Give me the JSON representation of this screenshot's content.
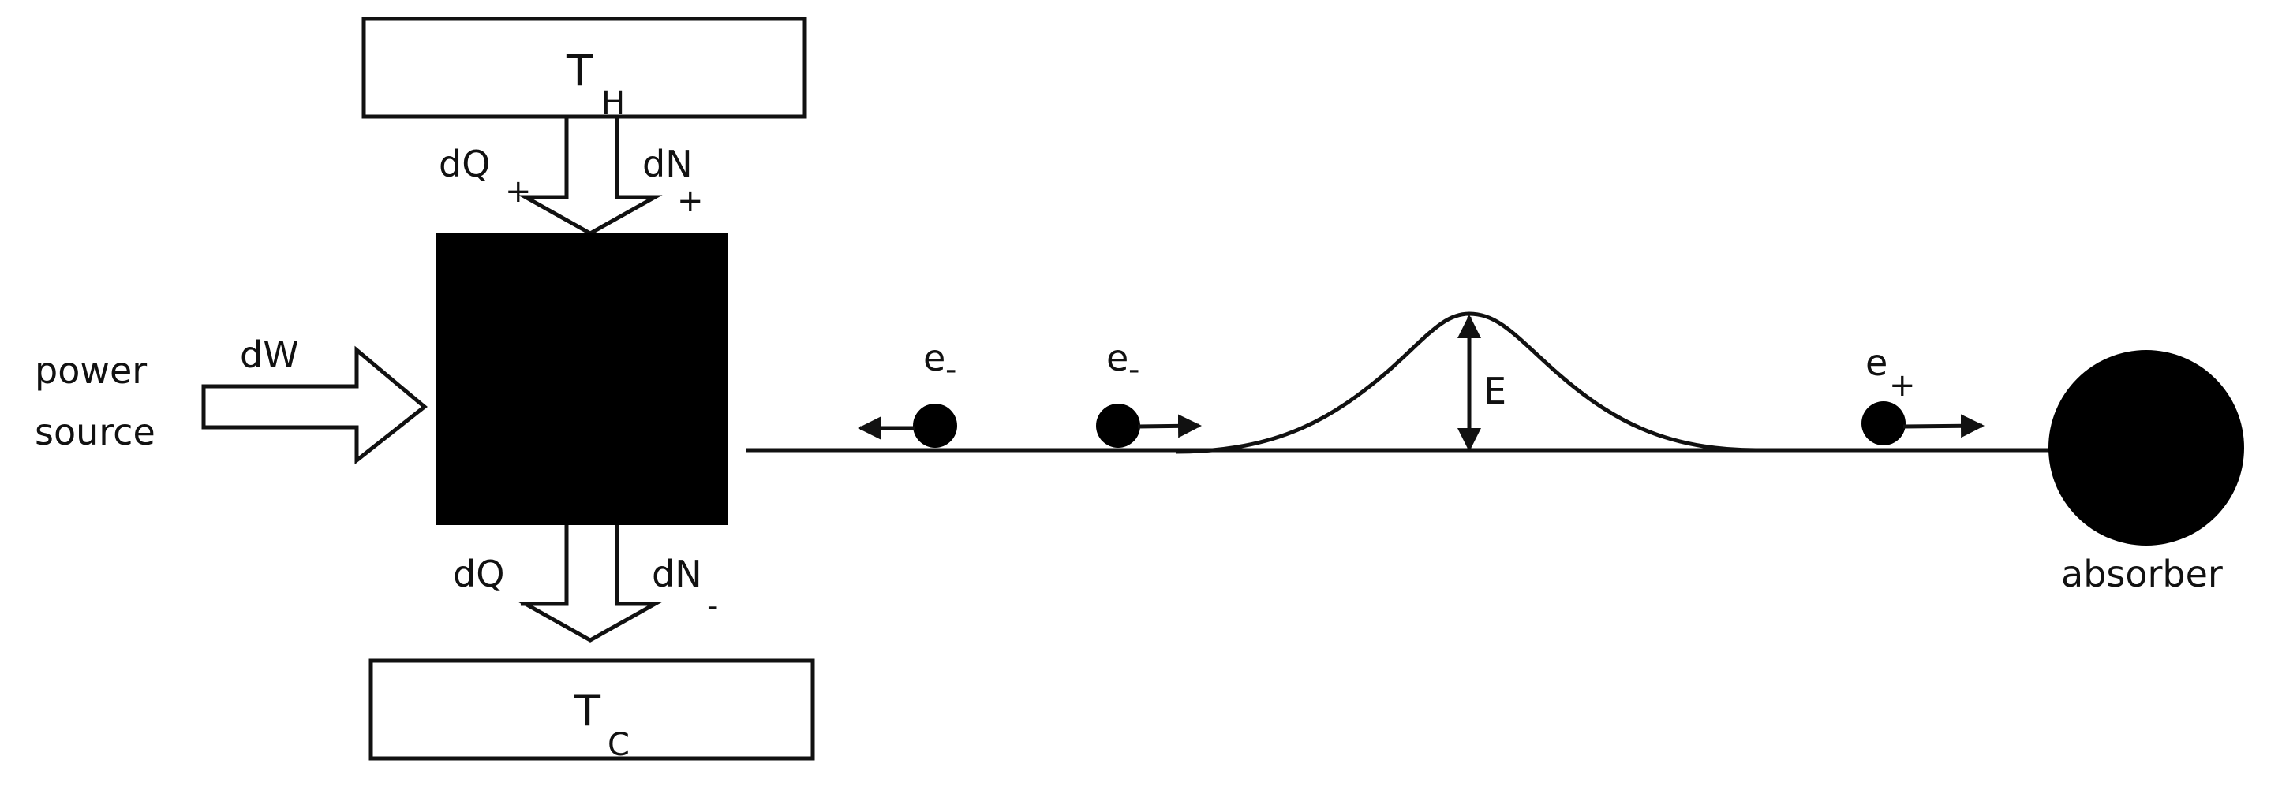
{
  "diagram": {
    "hot_reservoir": {
      "symbol": "T",
      "subscript": "H"
    },
    "cold_reservoir": {
      "symbol": "T",
      "subscript": "C"
    },
    "heat_in": {
      "symbol": "dQ",
      "subscript": "+"
    },
    "particles_in": {
      "symbol": "dN",
      "subscript": "+"
    },
    "heat_out": {
      "symbol": "dQ",
      "subscript": "-"
    },
    "particles_out": {
      "symbol": "dN",
      "subscript": "-"
    },
    "work": {
      "label": "dW"
    },
    "power_source": {
      "line1": "power",
      "line2": "source"
    },
    "electron_left": {
      "symbol": "e",
      "subscript": "-"
    },
    "electron_right": {
      "symbol": "e",
      "subscript": "-"
    },
    "electron_plus": {
      "symbol": "e",
      "subscript": "+"
    },
    "barrier_energy": {
      "label": "E"
    },
    "absorber": {
      "label": "absorber"
    }
  }
}
